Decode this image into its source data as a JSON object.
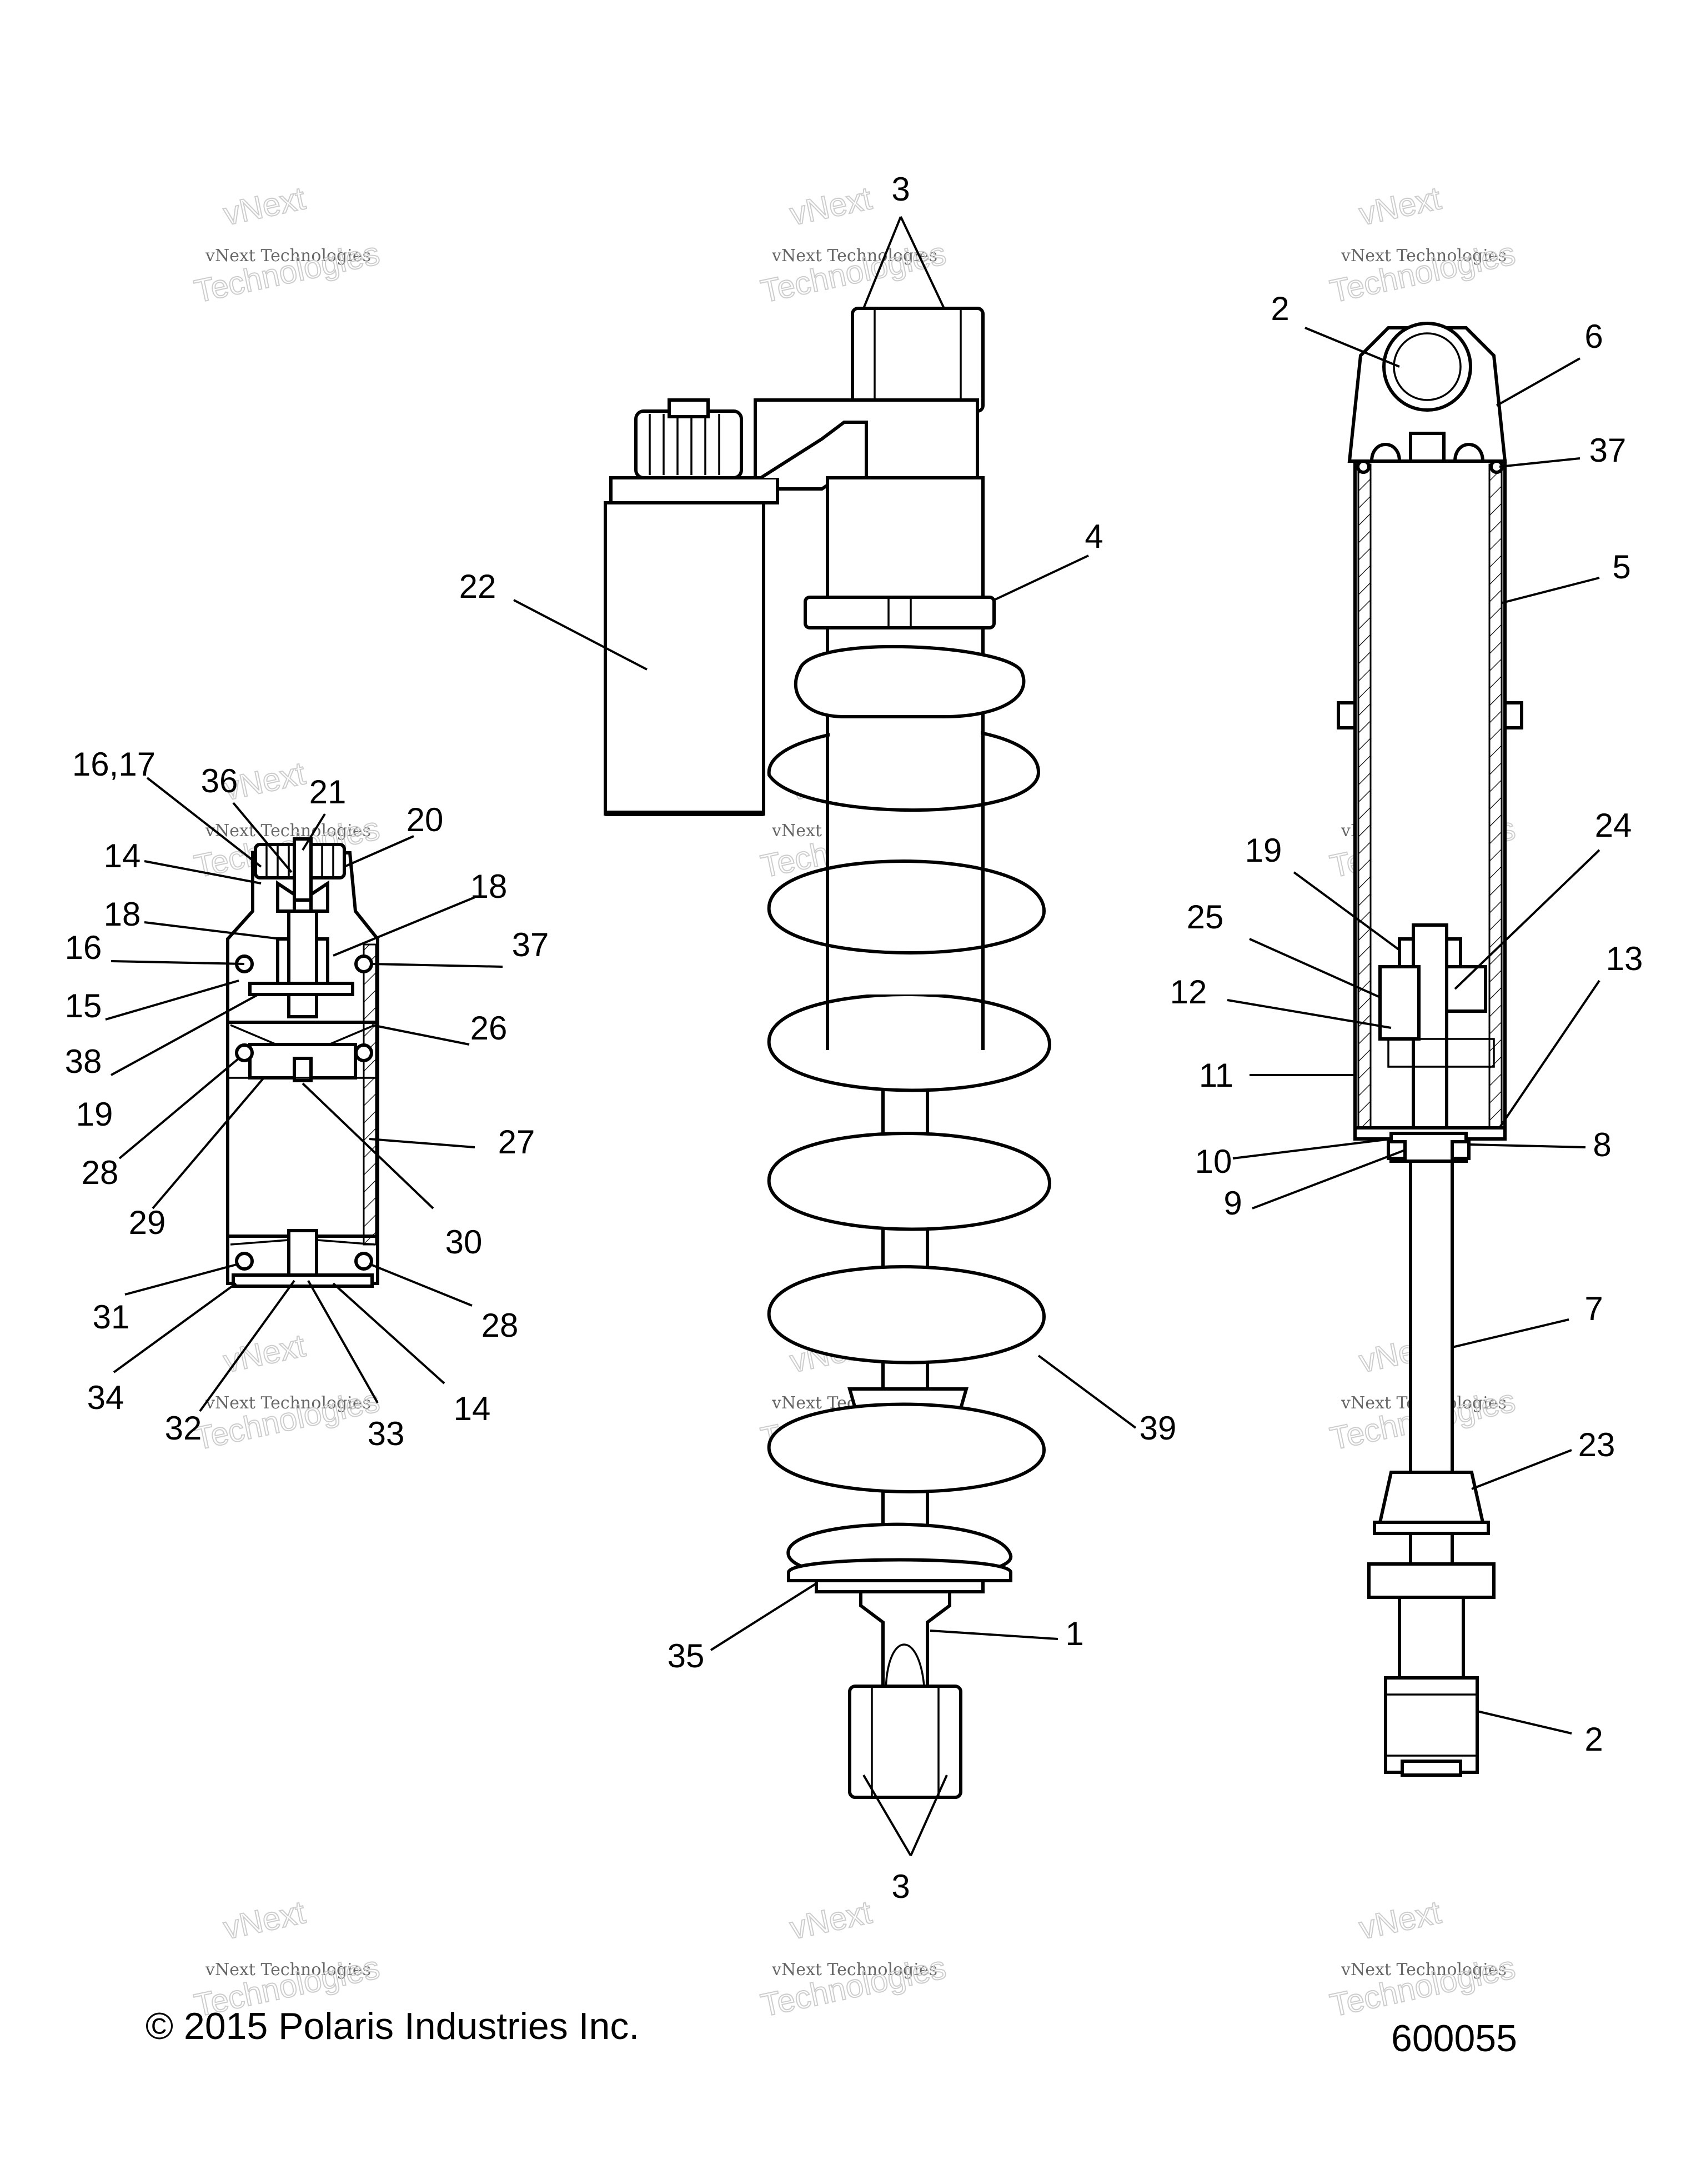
{
  "figure": {
    "copyright": "© 2015 Polaris Industries Inc.",
    "figure_number": "600055",
    "watermark": {
      "line1": "vNext Technologies",
      "line2": "Technologies",
      "line3": "vNext"
    }
  },
  "callouts": [
    {
      "id": "c3-top",
      "label": "3"
    },
    {
      "id": "c3-bottom",
      "label": "3"
    },
    {
      "id": "c22",
      "label": "22"
    },
    {
      "id": "c4",
      "label": "4"
    },
    {
      "id": "c39",
      "label": "39"
    },
    {
      "id": "c35",
      "label": "35"
    },
    {
      "id": "c1",
      "label": "1"
    },
    {
      "id": "c2-top",
      "label": "2"
    },
    {
      "id": "c6",
      "label": "6"
    },
    {
      "id": "c37-right",
      "label": "37"
    },
    {
      "id": "c5",
      "label": "5"
    },
    {
      "id": "c19-right",
      "label": "19"
    },
    {
      "id": "c24",
      "label": "24"
    },
    {
      "id": "c25",
      "label": "25"
    },
    {
      "id": "c13",
      "label": "13"
    },
    {
      "id": "c12",
      "label": "12"
    },
    {
      "id": "c11",
      "label": "11"
    },
    {
      "id": "c10",
      "label": "10"
    },
    {
      "id": "c8",
      "label": "8"
    },
    {
      "id": "c9",
      "label": "9"
    },
    {
      "id": "c7",
      "label": "7"
    },
    {
      "id": "c23",
      "label": "23"
    },
    {
      "id": "c2-bottom",
      "label": "2"
    },
    {
      "id": "c16-17",
      "label": "16,17"
    },
    {
      "id": "c36",
      "label": "36"
    },
    {
      "id": "c21",
      "label": "21"
    },
    {
      "id": "c20",
      "label": "20"
    },
    {
      "id": "c14-top",
      "label": "14"
    },
    {
      "id": "c18-left",
      "label": "18"
    },
    {
      "id": "c18-right",
      "label": "18"
    },
    {
      "id": "c16",
      "label": "16"
    },
    {
      "id": "c37-left",
      "label": "37"
    },
    {
      "id": "c15",
      "label": "15"
    },
    {
      "id": "c38",
      "label": "38"
    },
    {
      "id": "c26",
      "label": "26"
    },
    {
      "id": "c19-left",
      "label": "19"
    },
    {
      "id": "c28-left",
      "label": "28"
    },
    {
      "id": "c27",
      "label": "27"
    },
    {
      "id": "c29",
      "label": "29"
    },
    {
      "id": "c30",
      "label": "30"
    },
    {
      "id": "c31",
      "label": "31"
    },
    {
      "id": "c28-right",
      "label": "28"
    },
    {
      "id": "c34",
      "label": "34"
    },
    {
      "id": "c14-bottom",
      "label": "14"
    },
    {
      "id": "c32",
      "label": "32"
    },
    {
      "id": "c33",
      "label": "33"
    }
  ]
}
